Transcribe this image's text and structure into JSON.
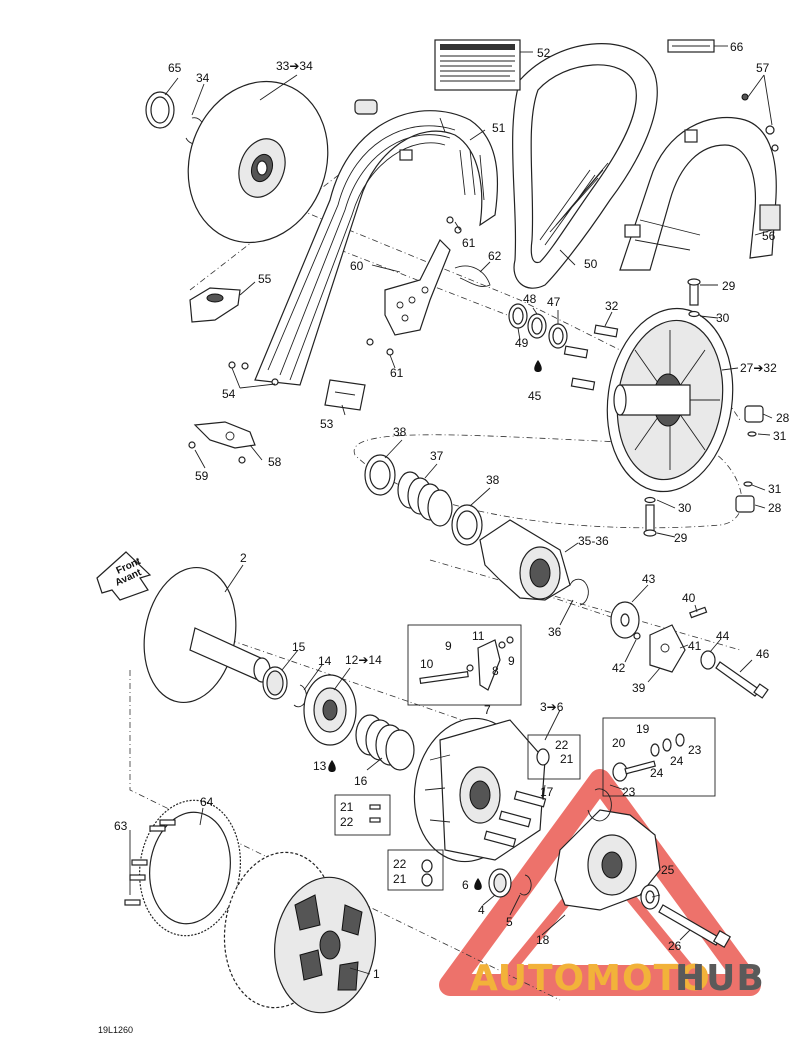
{
  "diagram": {
    "code": "19L1260",
    "front_arrow": {
      "line1": "Front",
      "line2": "Avant"
    },
    "watermark": {
      "part1": "AUTOMOTO",
      "part2": "HUB",
      "color1": "#f2b23a",
      "color2": "#5a5a5a",
      "triangle_color": "#e8443a"
    },
    "labels": {
      "l65": "65",
      "l34": "34",
      "l33": "33➔34",
      "l52": "52",
      "l66": "66",
      "l57": "57",
      "l51": "51",
      "l50": "50",
      "l56": "56",
      "l55": "55",
      "l60": "60",
      "l61a": "61",
      "l62": "62",
      "l61b": "61",
      "l54": "54",
      "l53": "53",
      "l49": "49",
      "l48": "48",
      "l47": "47",
      "l32": "32",
      "l29a": "29",
      "l30a": "30",
      "l27": "27➔32",
      "l45": "45",
      "l28a": "28",
      "l31a": "31",
      "l58": "58",
      "l59": "59",
      "l38a": "38",
      "l37": "37",
      "l38b": "38",
      "l31b": "31",
      "l30b": "30",
      "l28b": "28",
      "l29b": "29",
      "l35": "35-36",
      "l2": "2",
      "l43": "43",
      "l40": "40",
      "l36": "36",
      "l41": "41",
      "l44": "44",
      "l46": "46",
      "l42": "42",
      "l39": "39",
      "l15": "15",
      "l14": "14",
      "l12": "12➔14",
      "l11": "11",
      "l9a": "9",
      "l9b": "9",
      "l10": "10",
      "l8": "8",
      "l7": "7",
      "l13": "13",
      "l16": "16",
      "l3": "3➔6",
      "l22a": "22",
      "l21a": "21",
      "l19": "19",
      "l20": "20",
      "l23a": "23",
      "l24a": "24",
      "l24b": "24",
      "l23b": "23",
      "l17": "17",
      "l21b": "21",
      "l22b": "22",
      "l64": "64",
      "l63": "63",
      "l22c": "22",
      "l21c": "21",
      "l6": "6",
      "l4": "4",
      "l5": "5",
      "l25": "25",
      "l18": "18",
      "l26": "26",
      "l1": "1"
    }
  }
}
